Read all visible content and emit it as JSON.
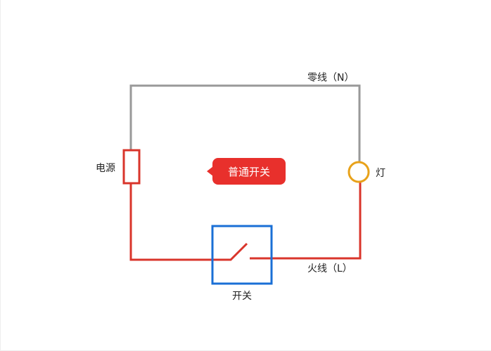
{
  "labels": {
    "neutral": "零线（N）",
    "live": "火线（L）",
    "power": "电源",
    "lamp": "灯",
    "switch": "开关",
    "callout": "普通开关"
  },
  "colors": {
    "neutral_wire": "#999999",
    "live_wire": "#d9352b",
    "switch_box": "#1a6fd6",
    "lamp": "#e8a21a",
    "callout": "#e8302c"
  }
}
